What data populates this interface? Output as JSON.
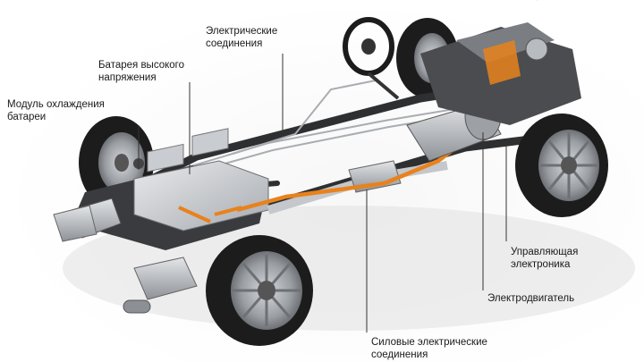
{
  "labels": {
    "electrical_connections": "Электрические\nсоединения",
    "hv_battery": "Батарея высокого\nнапряжения",
    "battery_cooling": "Модуль охлаждения\nбатареи",
    "control_electronics": "Управляющая\nэлектроника",
    "electric_motor": "Электродвигатель",
    "power_connections": "Силовые электрические\nсоединения"
  },
  "colors": {
    "orange_cable": "#e8821c",
    "tire": "#1c1c1c",
    "rim": "#9a9ea3",
    "frame": "#2e2f31",
    "metal": "#b9bcc0",
    "leader": "#333333"
  }
}
